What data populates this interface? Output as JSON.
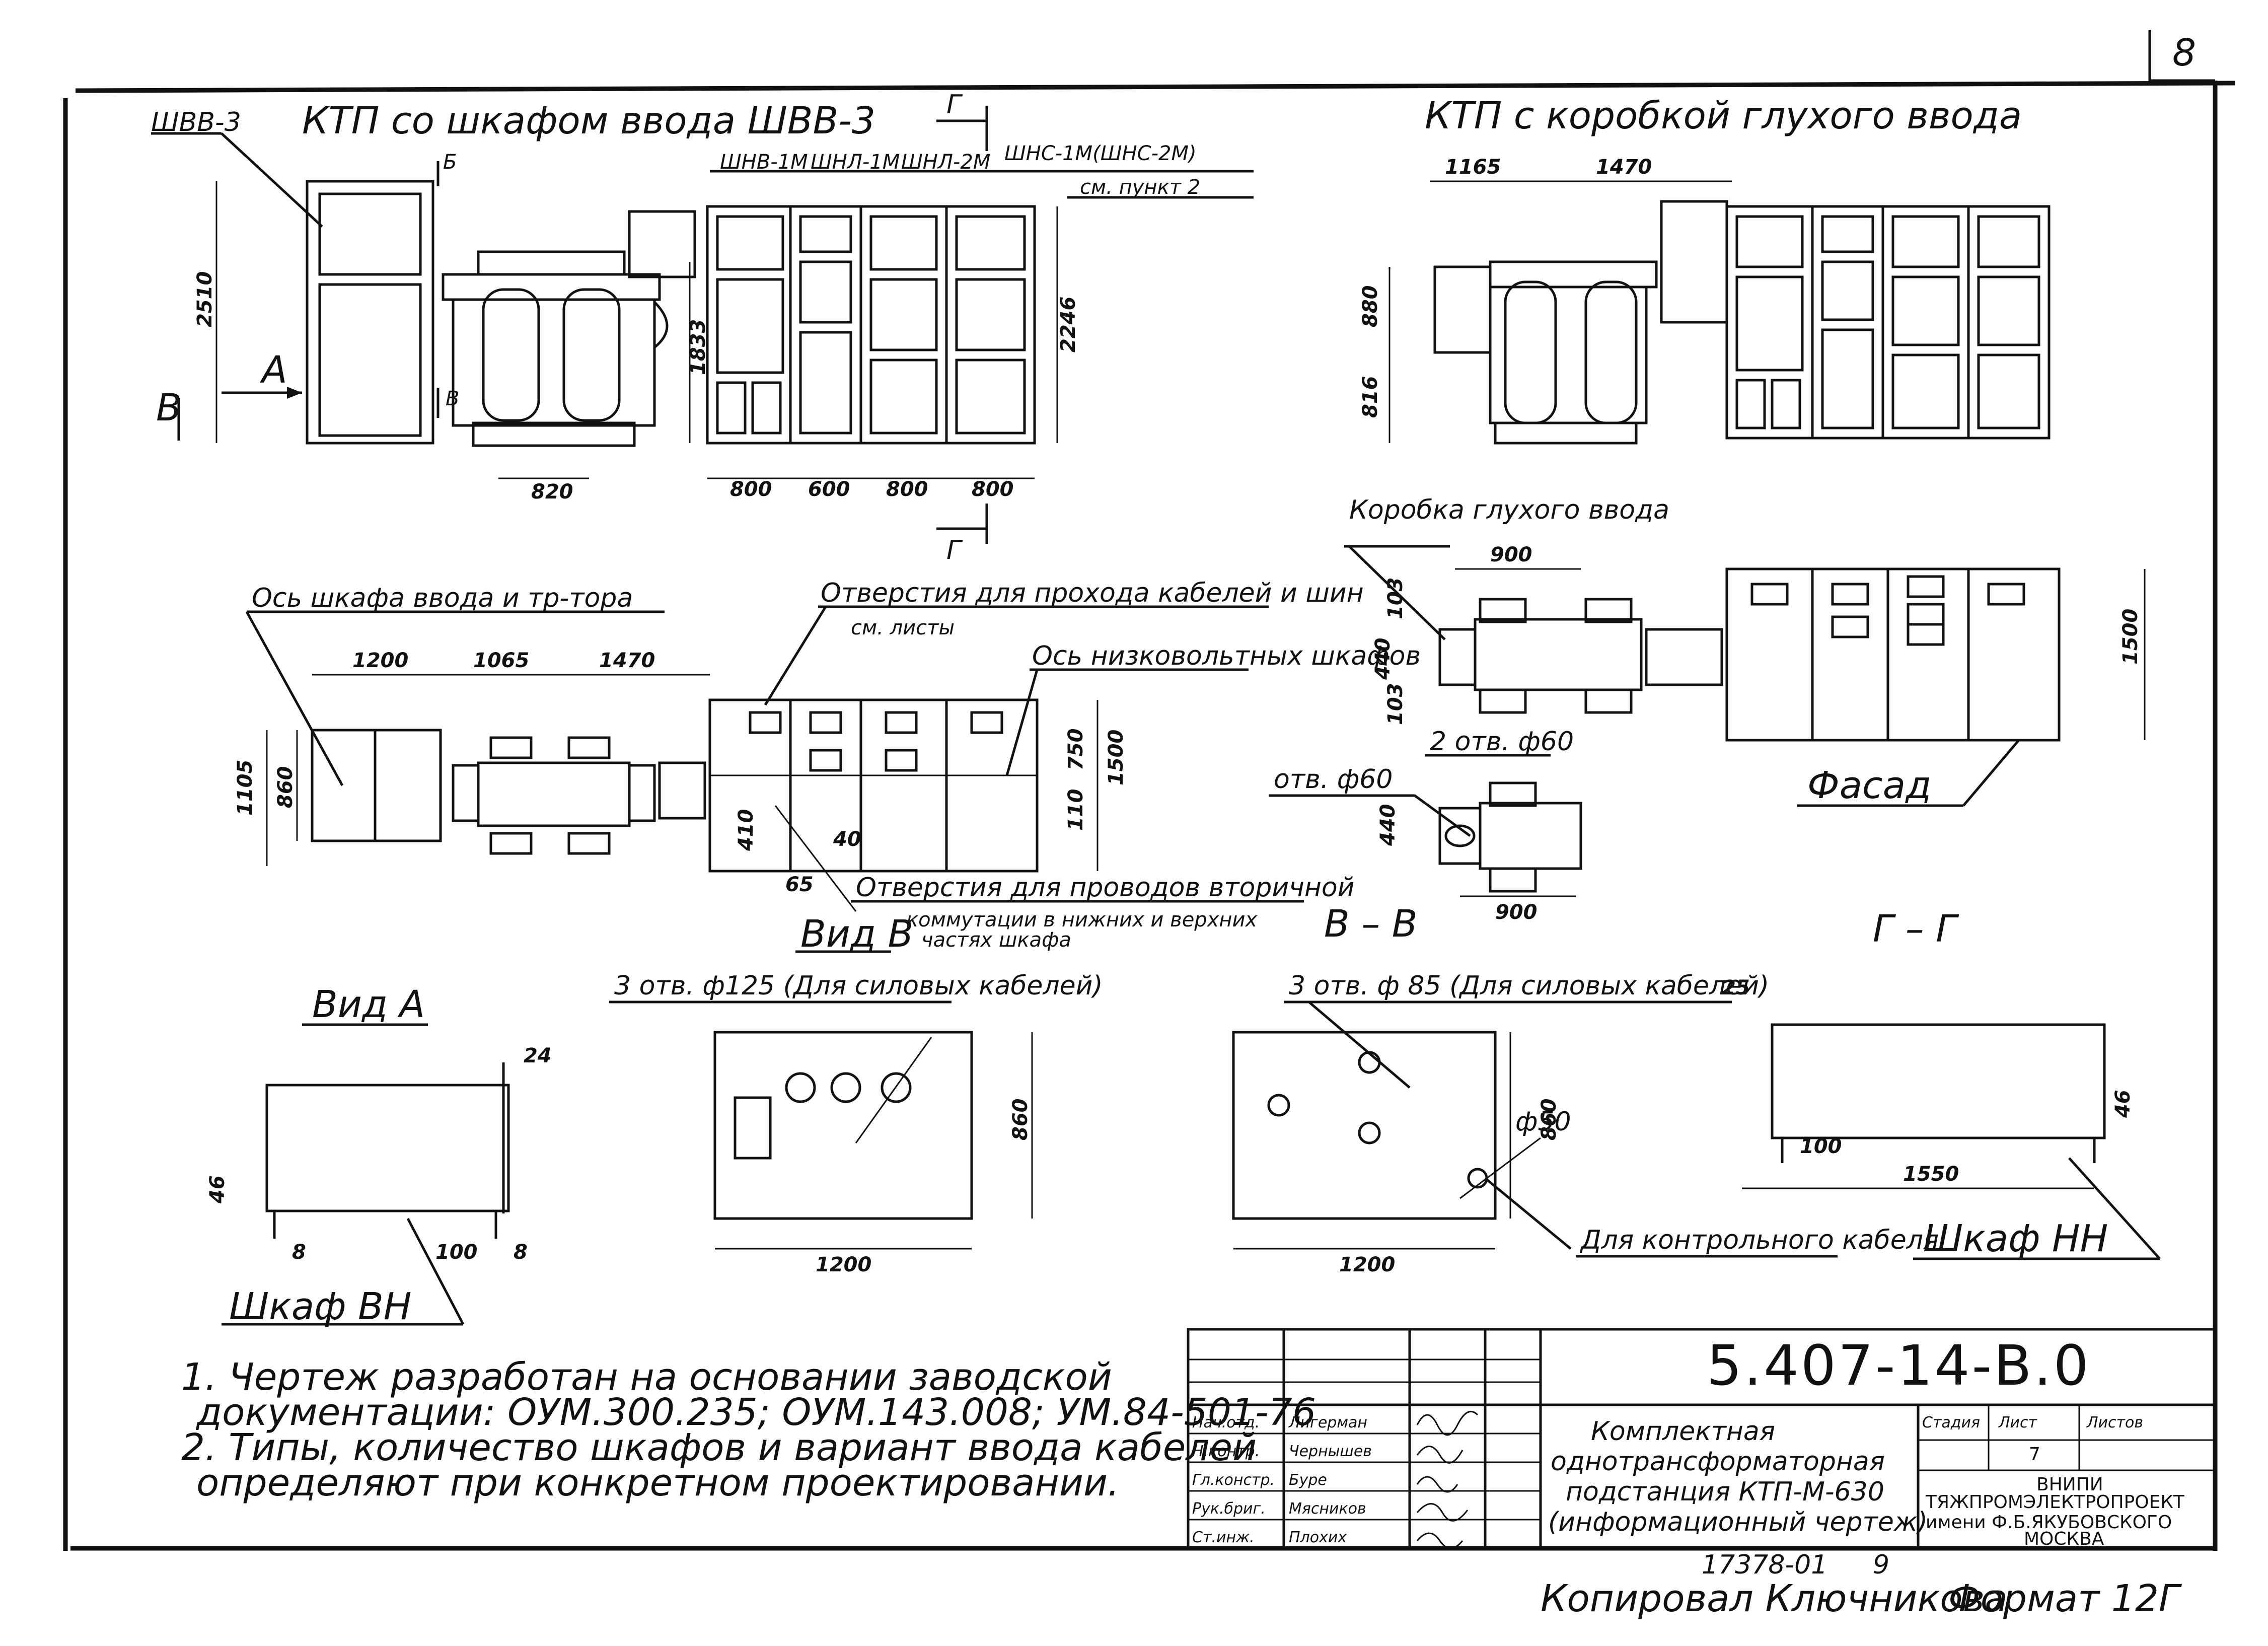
{
  "sheet": {
    "page_number": "8",
    "bottom_left_number": "17378-01",
    "bottom_right_small": "9",
    "copied_by": "Копировал Ключникова",
    "format": "Формат 12Г"
  },
  "views": {
    "left_title": "КТП со шкафом ввода ШВВ-3",
    "left_cabinet": "ШВВ-3",
    "cabinet_labels": [
      "ШНВ-1М",
      "ШНЛ-1М",
      "ШНЛ-2М",
      "ШНС-1М(ШНС-2М)"
    ],
    "see_item_2": "см. пункт 2",
    "section_mark_g": "Г",
    "section_mark_b": "Б",
    "section_mark_v": "В",
    "arrow_a": "А",
    "right_title": "КТП с коробкой глухого ввода",
    "axis_input": "Ось шкафа ввода и тр-тора",
    "openings_cables": "Отверстия для прохода кабелей и шин",
    "see_sheets": "см. листы",
    "axis_lv": "Ось низковольтных шкафов",
    "openings_wires": "Отверстия для проводов вторичной",
    "openings_wires_2": "коммутации в нижних и верхних",
    "openings_wires_3": "частях шкафа",
    "box_label": "Коробка глухого ввода",
    "two_holes": "2 отв. ф60",
    "hole_60": "отв. ф60",
    "facade": "Фасад",
    "view_v": "Вид В",
    "view_a": "Вид А",
    "section_vv": "В – В",
    "section_gg": "Г – Г",
    "three_holes_125": "3 отв. ф125 (Для силовых кабелей)",
    "three_holes_85": "3 отв. ф 85 (Для силовых кабелей)",
    "hole_50": "ф50",
    "control_cable": "Для контрольного кабеля",
    "cab_vn": "Шкаф ВН",
    "cab_nn": "Шкаф НН"
  },
  "dimensions": {
    "d2510": "2510",
    "d1833": "1833",
    "d2246": "2246",
    "d820": "820",
    "d800a": "800",
    "d600": "600",
    "d800b": "800",
    "d800c": "800",
    "d1165": "1165",
    "d1470r": "1470",
    "d880": "880",
    "d816": "816",
    "d1200": "1200",
    "d1065": "1065",
    "d1470": "1470",
    "d1105": "1105",
    "d860": "860",
    "d750": "750",
    "d1500": "1500",
    "d110": "110",
    "d410": "410",
    "d40": "40",
    "d65": "65",
    "d900": "900",
    "d103a": "103",
    "d440": "440",
    "d103b": "103",
    "d1500r": "1500",
    "d900b": "900",
    "d440b": "440",
    "d24": "24",
    "d46": "46",
    "d8a": "8",
    "d100": "100",
    "d8b": "8",
    "d860v": "860",
    "d1200v": "1200",
    "d860bb": "860",
    "d1200bb": "1200",
    "d25": "25",
    "d46g": "46",
    "d100g": "100",
    "d1550": "1550"
  },
  "notes": [
    "1. Чертеж разработан на основании заводской",
    "документации: ОУМ.300.235; ОУМ.143.008; УМ.84-501-76",
    "2. Типы, количество шкафов и вариант ввода кабелей",
    "определяют при конкретном проектировании."
  ],
  "title_block": {
    "code": "5.407-14-В.0",
    "roles": [
      "Нач.отд.",
      "Н.контр.",
      "Гл.констр.",
      "Рук.бриг.",
      "Ст.инж."
    ],
    "names": [
      "Лигерман",
      "Чернышев",
      "Буре",
      "Мясников",
      "Плохих"
    ],
    "description_1": "Комплектная",
    "description_2": "однотрансформаторная",
    "description_3": "подстанция КТП-М-630",
    "description_4": "(информационный чертеж)",
    "stage_label": "Стадия",
    "sheet_label": "Лист",
    "sheets_label": "Листов",
    "sheet_value": "7",
    "org_1": "ВНИПИ",
    "org_2": "ТЯЖПРОМЭЛЕКТРОПРОЕКТ",
    "org_3": "имени Ф.Б.ЯКУБОВСКОГО",
    "org_4": "МОСКВА"
  }
}
